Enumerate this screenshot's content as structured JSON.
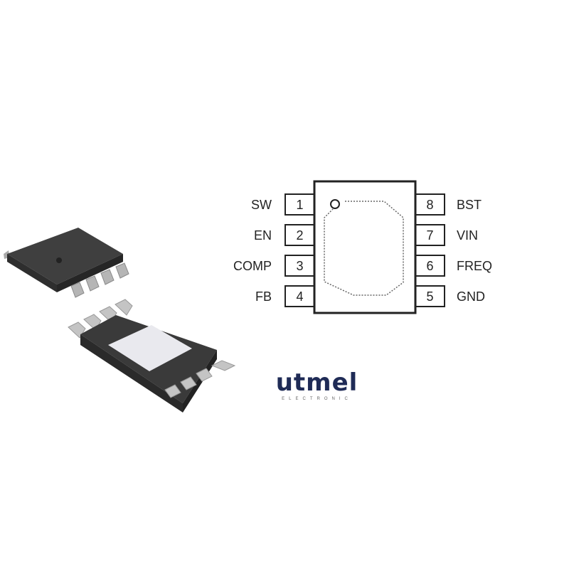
{
  "diagram": {
    "left_pins": [
      {
        "number": "1",
        "name": "SW"
      },
      {
        "number": "2",
        "name": "EN"
      },
      {
        "number": "3",
        "name": "COMP"
      },
      {
        "number": "4",
        "name": "FB"
      }
    ],
    "right_pins": [
      {
        "number": "8",
        "name": "BST"
      },
      {
        "number": "7",
        "name": "VIN"
      },
      {
        "number": "6",
        "name": "FREQ"
      },
      {
        "number": "5",
        "name": "GND"
      }
    ]
  },
  "logo": {
    "brand": "utmel",
    "subtitle": "ELECTRONIC"
  },
  "colors": {
    "chip_body": "#3a3a3a",
    "pins": "#b8b8b8",
    "logo": "#1f2b56"
  }
}
